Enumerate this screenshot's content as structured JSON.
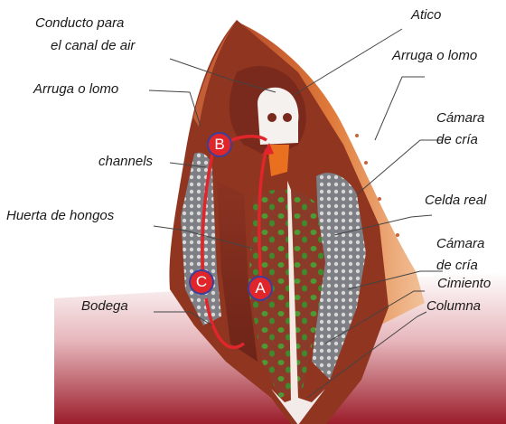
{
  "labels": {
    "conducto_line1": "Conducto para",
    "conducto_line2": "el canal de air",
    "atico": "Atico",
    "arruga_right": "Arruga o lomo",
    "arruga_left": "Arruga o lomo",
    "camara1_line1": "Cámara",
    "camara1_line2": "de cría",
    "channels": "channels",
    "celda_real": "Celda real",
    "huerta": "Huerta de hongos",
    "camara2_line1": "Cámara",
    "camara2_line2": "de cría",
    "cimiento": "Cimiento",
    "columna": "Columna",
    "bodega": "Bodega"
  },
  "markers": {
    "a": "A",
    "b": "B",
    "c": "C"
  },
  "colors": {
    "mound_dark": "#7a2a1c",
    "mound_mid": "#a0402a",
    "mound_light": "#d4652f",
    "chamber_grey": "#8a8f96",
    "airflow_red": "#e0262b",
    "fungus_green": "#3f8a2c",
    "ground": "#9b1d2b"
  }
}
